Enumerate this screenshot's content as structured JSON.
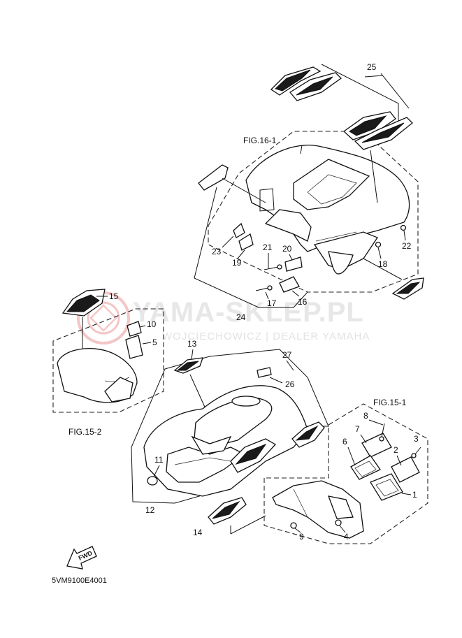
{
  "watermark": {
    "title": "YAMA-SKLEP.PL",
    "subtitle": "WOJCIECHOWICZ | DEALER YAMAHA"
  },
  "figure_refs": {
    "fig_16_1": "FIG.16-1",
    "fig_15_2": "FIG.15-2",
    "fig_15_1": "FIG.15-1"
  },
  "fwd_label": "FWD",
  "diagram_code": "5VM9100E4001",
  "callouts": {
    "c1": "1",
    "c2": "2",
    "c3": "3",
    "c4": "4",
    "c5": "5",
    "c6": "6",
    "c7": "7",
    "c8": "8",
    "c9": "9",
    "c10": "10",
    "c11": "11",
    "c12": "12",
    "c13": "13",
    "c14": "14",
    "c15": "15",
    "c16": "16",
    "c17": "17",
    "c18": "18",
    "c19": "19",
    "c20": "20",
    "c21": "21",
    "c22": "22",
    "c23": "23",
    "c24": "24",
    "c25": "25",
    "c26": "26",
    "c27": "27"
  }
}
